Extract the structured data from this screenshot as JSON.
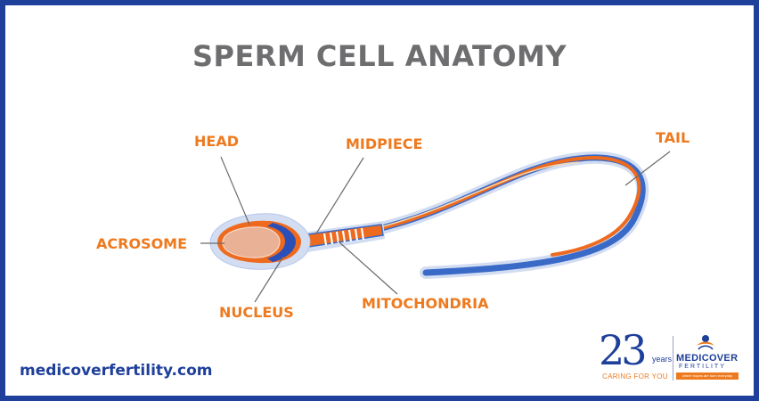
{
  "title": "SPERM CELL ANATOMY",
  "labels": {
    "head": "HEAD",
    "midpiece": "MIDPIECE",
    "tail": "TAIL",
    "acrosome": "ACROSOME",
    "nucleus": "NUCLEUS",
    "mitochondria": "MITOCHONDRIA"
  },
  "footer": {
    "website": "medicoverfertility.com"
  },
  "logo": {
    "years_number": "23",
    "years_word": "years",
    "caring": "CARING FOR YOU",
    "brand": "MEDICOVER",
    "sub": "FERTILITY",
    "tagline": "where hopes are born everyday"
  },
  "colors": {
    "frame": "#1e3f9a",
    "title": "#6e6e70",
    "label": "#ee7a1f",
    "tail_blue": "#3a6ac8",
    "tail_orange": "#ee6a1e",
    "membrane": "#c9d6f0"
  }
}
